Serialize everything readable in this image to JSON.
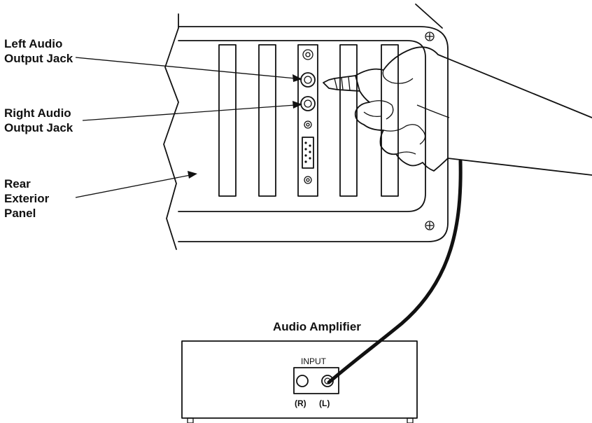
{
  "labels": {
    "left_jack": [
      "Left Audio",
      "Output Jack"
    ],
    "right_jack": [
      "Right Audio",
      "Output Jack"
    ],
    "rear_panel": [
      "Rear",
      "Exterior",
      "Panel"
    ]
  },
  "amplifier": {
    "title": "Audio Amplifier",
    "input_label": "INPUT",
    "right_label": "(R)",
    "left_label": "(L)"
  }
}
